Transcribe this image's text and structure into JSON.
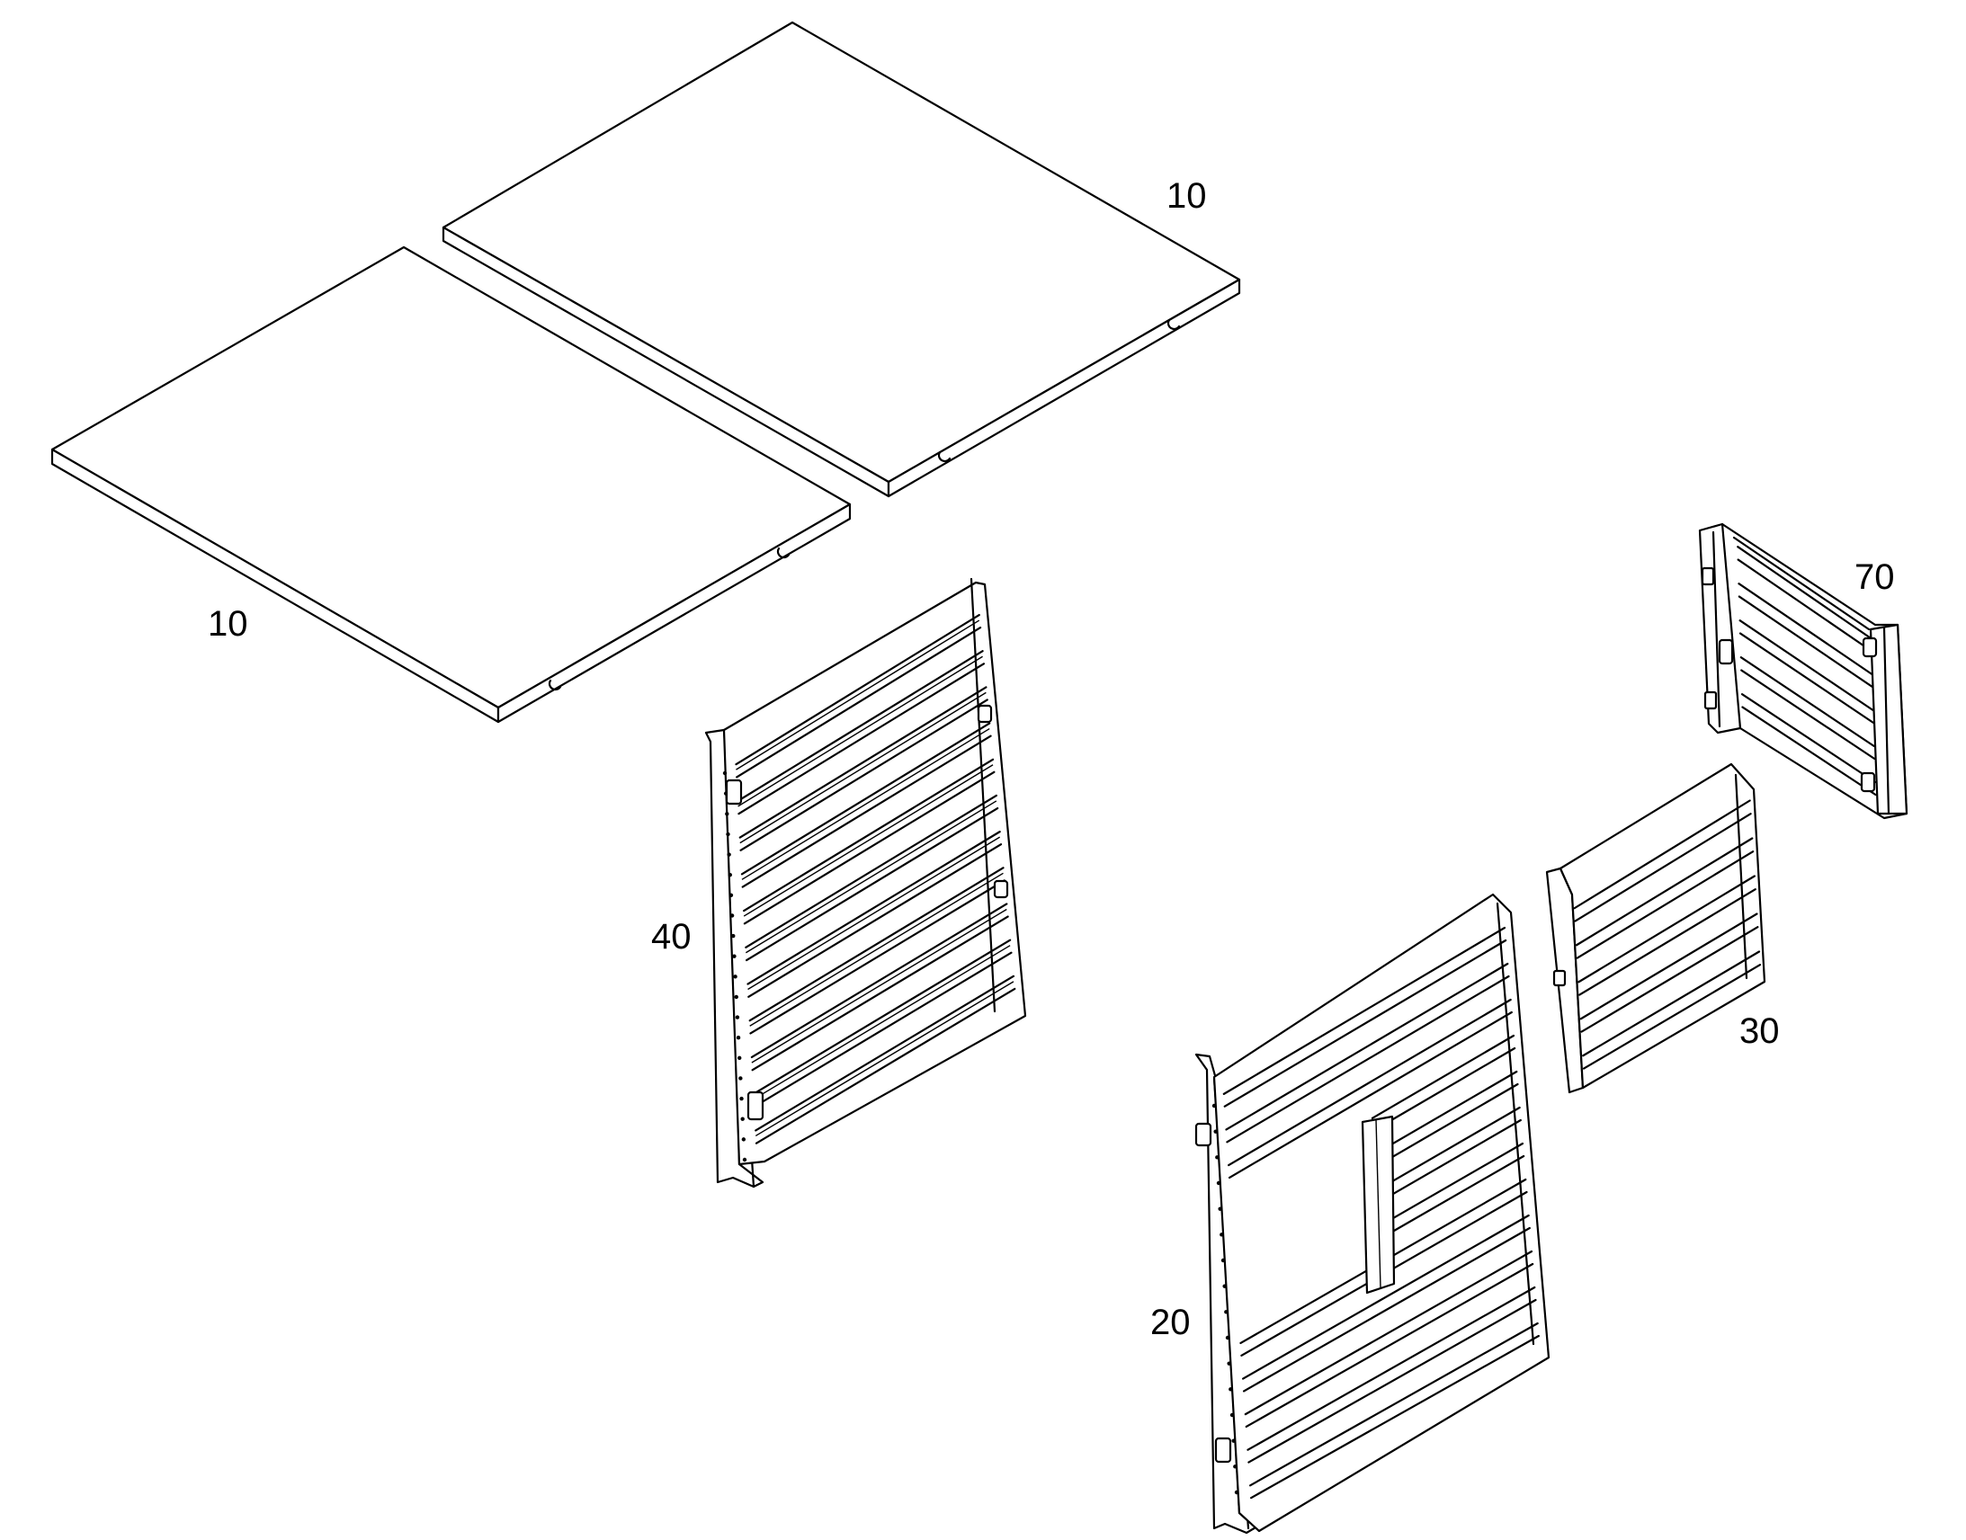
{
  "diagram": {
    "parts": [
      {
        "id": "panel-top-back",
        "label": "10"
      },
      {
        "id": "panel-top-front",
        "label": "10"
      },
      {
        "id": "side-wall-left",
        "label": "40"
      },
      {
        "id": "front-wall-with-opening",
        "label": "20"
      },
      {
        "id": "small-wall",
        "label": "30"
      },
      {
        "id": "end-wall",
        "label": "70"
      }
    ]
  }
}
